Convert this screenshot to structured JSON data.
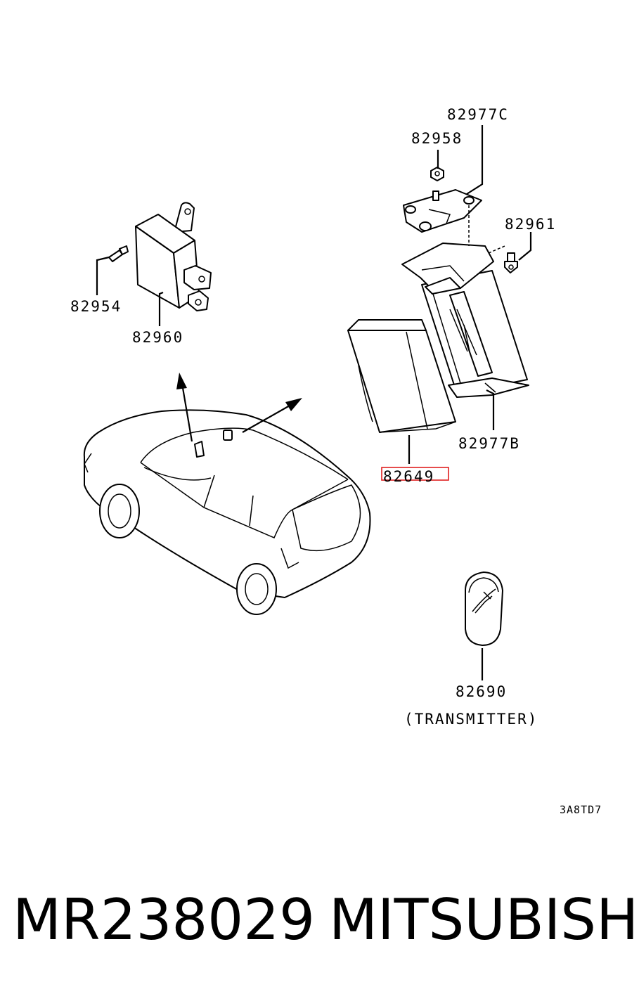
{
  "callouts": {
    "c82977C": "82977C",
    "c82958": "82958",
    "c82961": "82961",
    "c82954": "82954",
    "c82960": "82960",
    "c82977B": "82977B",
    "c82649": "82649",
    "c82690": "82690",
    "transmitter": "(TRANSMITTER)"
  },
  "diagram_code": "3A8TD7",
  "highlight_color": "#e02020",
  "footer": {
    "part_number": "MR238029",
    "brand": "MITSUBISHI"
  }
}
